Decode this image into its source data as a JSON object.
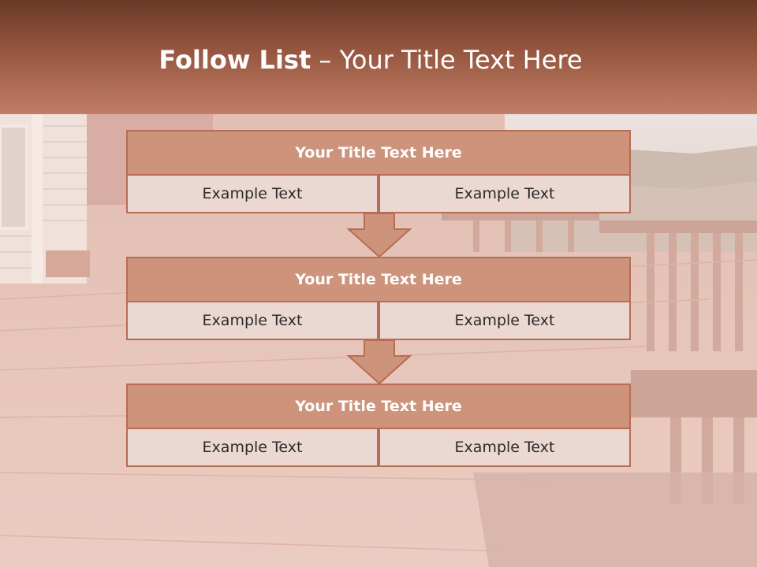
{
  "slide": {
    "title_bold": "Follow List",
    "title_rest": " – Your Title Text Here"
  },
  "steps": [
    {
      "title": "Your Title Text Here",
      "left": "Example Text",
      "right": "Example Text"
    },
    {
      "title": "Your Title Text Here",
      "left": "Example Text",
      "right": "Example Text"
    },
    {
      "title": "Your Title Text Here",
      "left": "Example Text",
      "right": "Example Text"
    }
  ],
  "colors": {
    "header_top": "#6a3a28",
    "header_bottom": "#c17e66",
    "block_header": "#cd937b",
    "block_border": "#b76d53",
    "cell_fill": "#ecd8d2",
    "arrow_fill": "#cd937b"
  }
}
